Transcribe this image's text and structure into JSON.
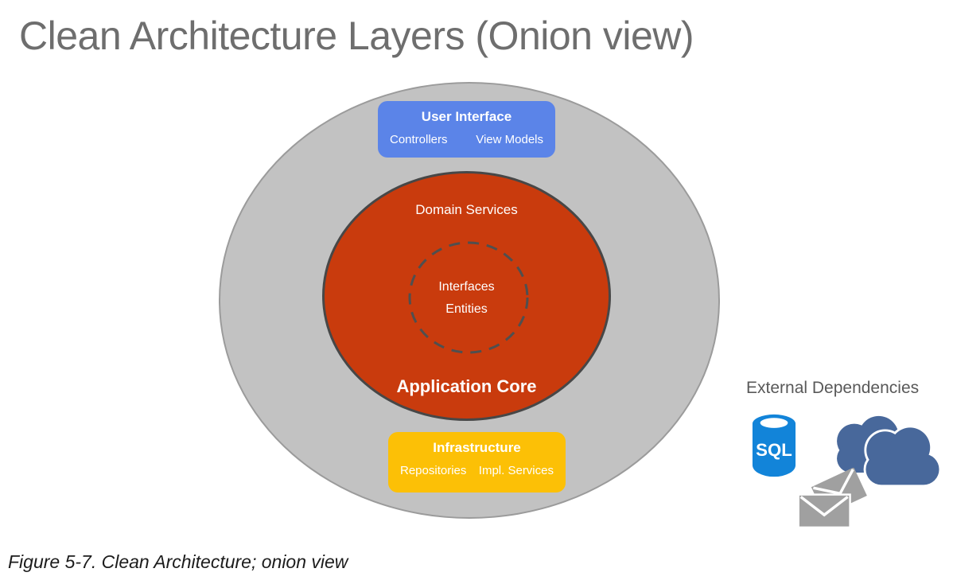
{
  "title": "Clean Architecture Layers (Onion view)",
  "caption": "Figure 5-7. Clean Architecture; onion view",
  "onion": {
    "ui_box": {
      "title": "User Interface",
      "items": [
        "Controllers",
        "View Models"
      ]
    },
    "core": {
      "top_label": "Domain Services",
      "inner_circle_items": [
        "Interfaces",
        "Entities"
      ],
      "bottom_label": "Application Core"
    },
    "infra_box": {
      "title": "Infrastructure",
      "items": [
        "Repositories",
        "Impl. Services"
      ]
    }
  },
  "external": {
    "label": "External Dependencies",
    "sql_icon_label": "SQL",
    "icons": [
      "sql-database-icon",
      "clouds-icon",
      "mail-envelopes-icon"
    ]
  },
  "colors": {
    "ui_box_blue": "#5b84e8",
    "core_red": "#c93b0d",
    "infra_yellow": "#fcc006",
    "outer_ring_gray": "#c2c2c2",
    "circle_border_gray": "#474747",
    "sql_blue": "#1284d9",
    "cloud_blue": "#48689b",
    "envelope_gray": "#a0a0a0",
    "title_gray": "#6e6e6e"
  }
}
